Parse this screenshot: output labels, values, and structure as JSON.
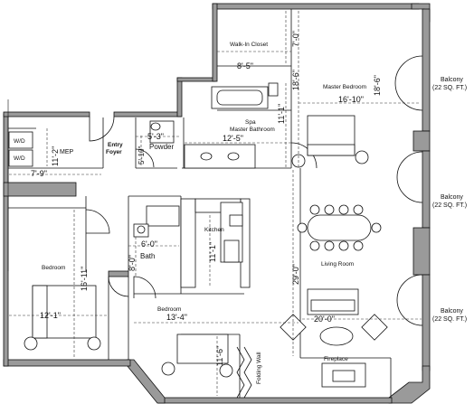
{
  "rooms": {
    "walk_in_closet": "Walk-In Closet",
    "master_bedroom": "Master Bedroom",
    "spa_master_bathroom_line1": "Spa",
    "spa_master_bathroom_line2": "Master Bathroom",
    "powder": "Powder",
    "entry_foyer_line1": "Entry",
    "entry_foyer_line2": "Foyer",
    "mep": "MEP",
    "wd_top": "W/D",
    "wd_bottom": "W/D",
    "kitchen": "Kitchen",
    "bath": "Bath",
    "bedroom_left": "Bedroom",
    "bedroom_bottom": "Bedroom",
    "living_room": "Living Room",
    "folding_wall": "Folding Wall",
    "fireplace": "Fireplace"
  },
  "balconies": [
    {
      "name": "Balcony",
      "area": "(22 SQ. FT.)"
    },
    {
      "name": "Balcony",
      "area": "(22 SQ. FT.)"
    },
    {
      "name": "Balcony",
      "area": "(22 SQ. FT.)"
    }
  ],
  "dimensions": {
    "closet_height": "7'-0\"",
    "closet_width": "8'-5\"",
    "master_height": "18'-6\"",
    "master_width": "16'-10\"",
    "bath_height": "11'-1\"",
    "bath_width": "12'-5\"",
    "powder_width": "5'-3\"",
    "powder_height": "5'-10\"",
    "mep_height": "11'-2\"",
    "mep_width": "7'-9\"",
    "bath2_width": "6'-0\"",
    "bath2_height": "8'-0\"",
    "kitchen_height": "11'-1\"",
    "bedroom_left_height": "16'-11\"",
    "bedroom_left_width": "12'-1\"",
    "living_height": "29'-0\"",
    "bedroom_bottom_width": "13'-4\"",
    "bedroom_bottom_height": "11'-6\"",
    "living_width": "20'-0\""
  }
}
